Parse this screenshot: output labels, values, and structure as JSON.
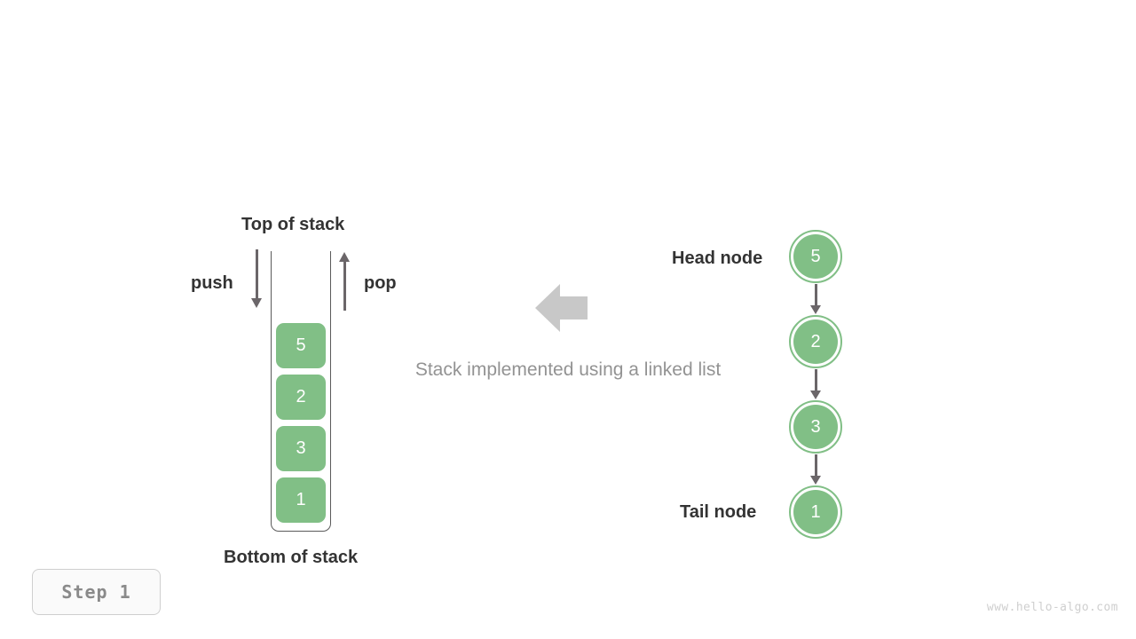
{
  "diagram": {
    "caption": "Stack implemented using a linked list",
    "step_badge": "Step  1",
    "watermark": "www.hello-algo.com",
    "accent_color": "#81bf86",
    "arrow_color": "#6b6669",
    "block_arrow_color": "#c8c8c8",
    "text_color": "#333333",
    "muted_text_color": "#939393"
  },
  "stack": {
    "top_label": "Top of stack",
    "bottom_label": "Bottom of stack",
    "push_label": "push",
    "pop_label": "pop",
    "cells": [
      {
        "value": "5"
      },
      {
        "value": "2"
      },
      {
        "value": "3"
      },
      {
        "value": "1"
      }
    ]
  },
  "linked_list": {
    "head_label": "Head node",
    "tail_label": "Tail node",
    "nodes": [
      {
        "value": "5"
      },
      {
        "value": "2"
      },
      {
        "value": "3"
      },
      {
        "value": "1"
      }
    ]
  },
  "center_arrow": {
    "icon": "arrow-left-icon",
    "direction": "left"
  }
}
